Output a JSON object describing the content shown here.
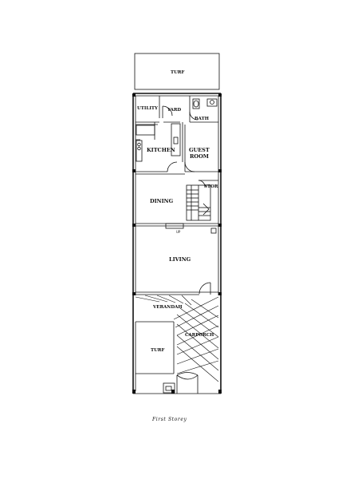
{
  "caption": "First Storey",
  "rooms": {
    "turf_top": "TURF",
    "utility": "UTILITY",
    "yard": "YARD",
    "bath": "BATH",
    "kitchen": "KITCHEN",
    "guest_room_line1": "GUEST",
    "guest_room_line2": "ROOM",
    "stor": "STOR",
    "dining": "DINING",
    "up_marker": "UP",
    "living": "LIVING",
    "verandah": "VERANDAH",
    "carporch": "CARPORCH",
    "turf_bottom": "TURF"
  },
  "colors": {
    "line": "#111111",
    "background": "#ffffff"
  }
}
